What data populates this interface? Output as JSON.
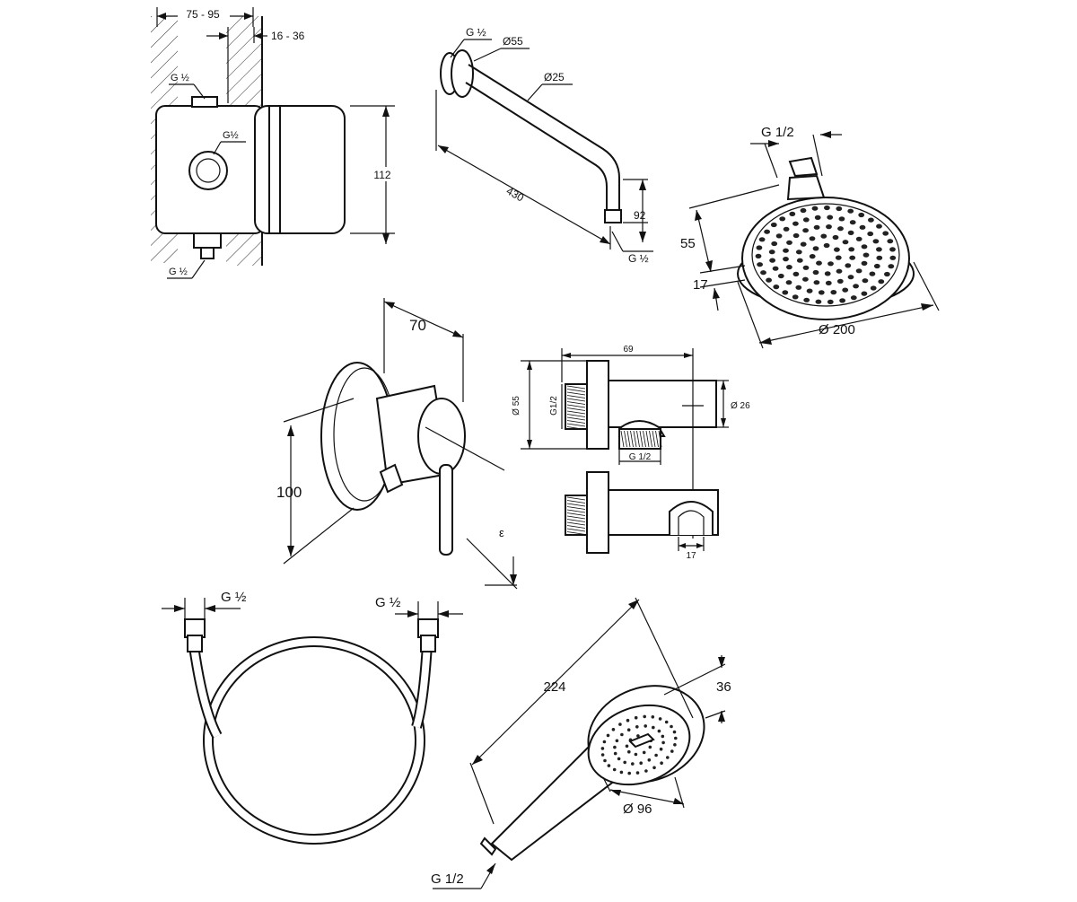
{
  "concealed_box": {
    "dim_width": "75 - 95",
    "dim_depth": "16 - 36",
    "thread_top": "G ½",
    "thread_center": "G½",
    "thread_bottom": "G ½",
    "dim_height": "112"
  },
  "shower_arm": {
    "thread_top": "G ½",
    "dim_flange": "Ø55",
    "dim_pipe": "Ø25",
    "dim_length": "430",
    "dim_drop": "92",
    "thread_bottom": "G ½"
  },
  "overhead_shower": {
    "thread": "G 1/2",
    "dim_height": "55",
    "dim_rim": "17",
    "dim_diameter": "Ø 200"
  },
  "mixer": {
    "dim_depth": "70",
    "dim_height": "100",
    "side_mark": "ε"
  },
  "wall_outlet": {
    "dim_length": "69",
    "dim_flange": "Ø 55",
    "thread_left": "G1/2",
    "dim_outlet": "Ø 26",
    "thread_bottom": "G 1/2",
    "dim_holder": "17"
  },
  "hose": {
    "thread_left": "G ½",
    "thread_right": "G ½"
  },
  "hand_shower": {
    "dim_length": "224",
    "dim_depth": "36",
    "dim_diameter": "Ø 96",
    "thread": "G 1/2"
  }
}
